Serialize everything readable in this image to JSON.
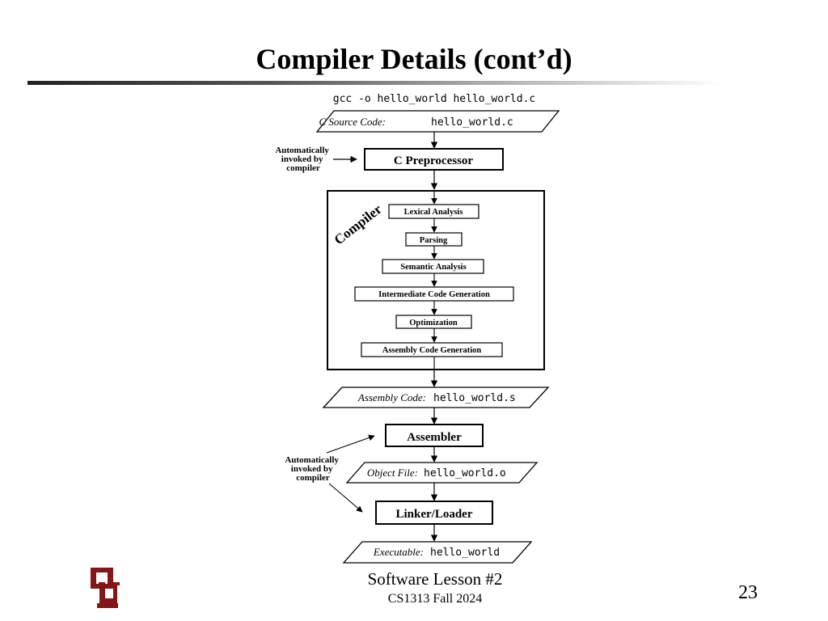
{
  "slide": {
    "title": "Compiler Details (cont’d)",
    "footer_course": "Software Lesson #2",
    "footer_term": "CS1313 Fall 2024",
    "page_number": "23"
  },
  "diagram": {
    "command": "gcc -o hello_world hello_world.c",
    "source_label": "C Source Code:",
    "source_file": "hello_world.c",
    "auto_note_1": [
      "Automatically",
      "invoked by",
      "compiler"
    ],
    "preprocessor": "C Preprocessor",
    "compiler_box_label": "Compiler",
    "compiler_stages": [
      "Lexical Analysis",
      "Parsing",
      "Semantic Analysis",
      "Intermediate Code Generation",
      "Optimization",
      "Assembly Code Generation"
    ],
    "assembly_label": "Assembly Code:",
    "assembly_file": "hello_world.s",
    "assembler": "Assembler",
    "auto_note_2": [
      "Automatically",
      "invoked by",
      "compiler"
    ],
    "object_label": "Object File:",
    "object_file": "hello_world.o",
    "linker": "Linker/Loader",
    "executable_label": "Executable:",
    "executable_file": "hello_world"
  },
  "colors": {
    "logo": "#841617",
    "text": "#000000"
  }
}
